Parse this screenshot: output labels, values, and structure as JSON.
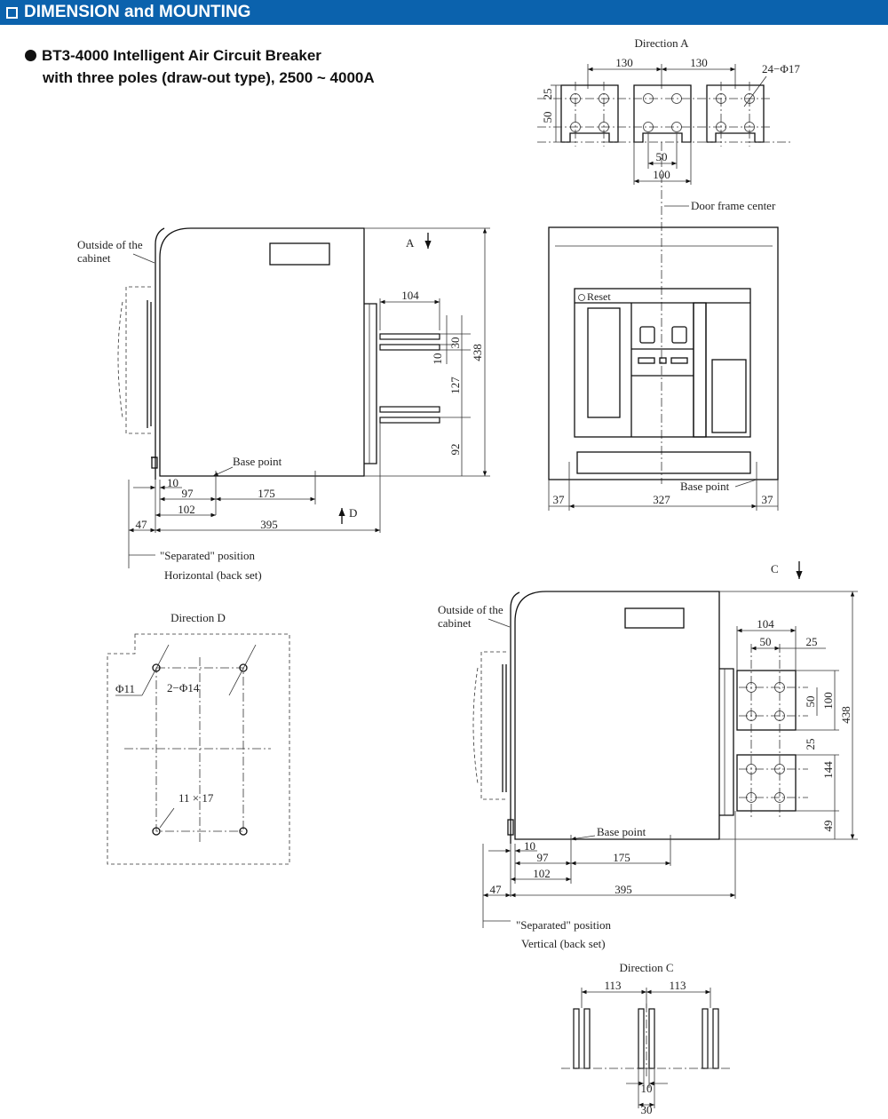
{
  "header": {
    "title": "DIMENSION and MOUNTING"
  },
  "subtitle": {
    "line1": "BT3-4000 Intelligent Air Circuit Breaker",
    "line2": "with three poles (draw-out type), 2500 ~ 4000A"
  },
  "direction_a": {
    "title": "Direction A",
    "dim_pitch_left": "130",
    "dim_pitch_right": "130",
    "hole_note": "24−Φ17",
    "dim_25": "25",
    "dim_50": "50",
    "dim_50_bottom": "50",
    "dim_100": "100",
    "door_frame": "Door frame center"
  },
  "horizontal_view": {
    "outside_label_1": "Outside of the",
    "outside_label_2": "cabinet",
    "arrow_a": "A",
    "arrow_d": "D",
    "dim_104": "104",
    "dim_30": "30",
    "dim_10v": "10",
    "dim_127": "127",
    "dim_92": "92",
    "dim_438": "438",
    "base_point": "Base point",
    "dim_10": "10",
    "dim_97": "97",
    "dim_175": "175",
    "dim_102": "102",
    "dim_47": "47",
    "dim_395": "395",
    "separated": "\"Separated\" position",
    "caption": "Horizontal (back set)"
  },
  "front_view": {
    "reset": "Reset",
    "base_point": "Base point",
    "dim_37_left": "37",
    "dim_327": "327",
    "dim_37_right": "37"
  },
  "direction_d": {
    "title": "Direction D",
    "phi11": "Φ11",
    "holes": "2−Φ14",
    "slot": "11 × 17"
  },
  "vertical_view": {
    "arrow_c": "C",
    "outside_label_1": "Outside of the",
    "outside_label_2": "cabinet",
    "dim_104": "104",
    "dim_50": "50",
    "dim_25": "25",
    "dim_50v": "50",
    "dim_100v": "100",
    "dim_25v": "25",
    "dim_144": "144",
    "dim_49": "49",
    "dim_438": "438",
    "base_point": "Base point",
    "dim_10": "10",
    "dim_97": "97",
    "dim_175": "175",
    "dim_102": "102",
    "dim_47": "47",
    "dim_395": "395",
    "separated": "\"Separated\" position",
    "caption": "Vertical (back set)"
  },
  "direction_c": {
    "title": "Direction C",
    "dim_113_left": "113",
    "dim_113_right": "113",
    "dim_10": "10",
    "dim_30": "30"
  }
}
